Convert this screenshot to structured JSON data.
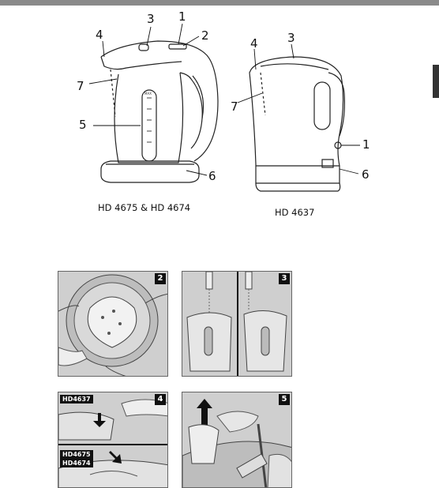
{
  "diagram": {
    "left_model": "HD 4675 & HD 4674",
    "right_model": "HD 4637",
    "left_callouts": [
      "1",
      "2",
      "3",
      "4",
      "5",
      "6",
      "7"
    ],
    "right_callouts": [
      "1",
      "3",
      "4",
      "6",
      "7"
    ],
    "max_mark": "MAX"
  },
  "steps": [
    {
      "number": "2"
    },
    {
      "number": "3"
    },
    {
      "number": "4",
      "tags": [
        "HD4637",
        "HD4675",
        "HD4674"
      ]
    },
    {
      "number": "5"
    }
  ]
}
